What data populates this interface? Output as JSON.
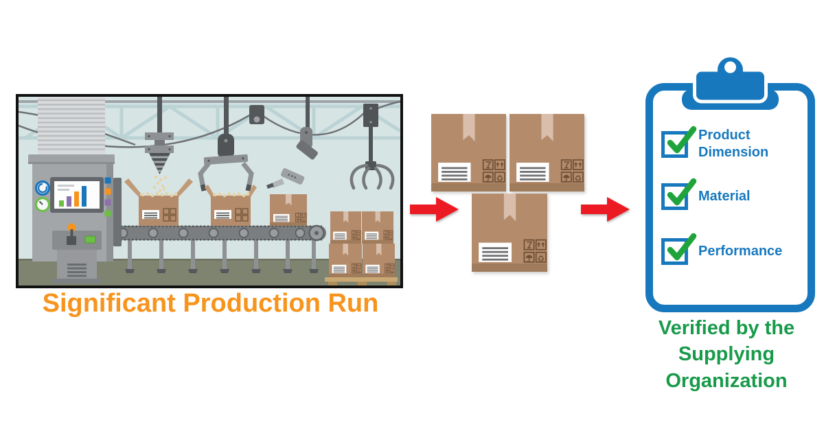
{
  "factory": {
    "caption": "Significant Production Run"
  },
  "verification": {
    "caption": "Verified by the Supplying Organization",
    "checklist": [
      {
        "label": "Product Dimension",
        "checked": true
      },
      {
        "label": "Material",
        "checked": true
      },
      {
        "label": "Performance",
        "checked": true
      }
    ]
  },
  "colors": {
    "caption_orange": "#F7941D",
    "caption_green": "#189A4A",
    "checklist_blue": "#1779BE",
    "checkmark_green": "#1FA33C",
    "arrow_red": "#EC1B23",
    "box_tan": "#B48C6C",
    "scene_background": "#D6E4E4",
    "floor_olive": "#7F8470"
  }
}
